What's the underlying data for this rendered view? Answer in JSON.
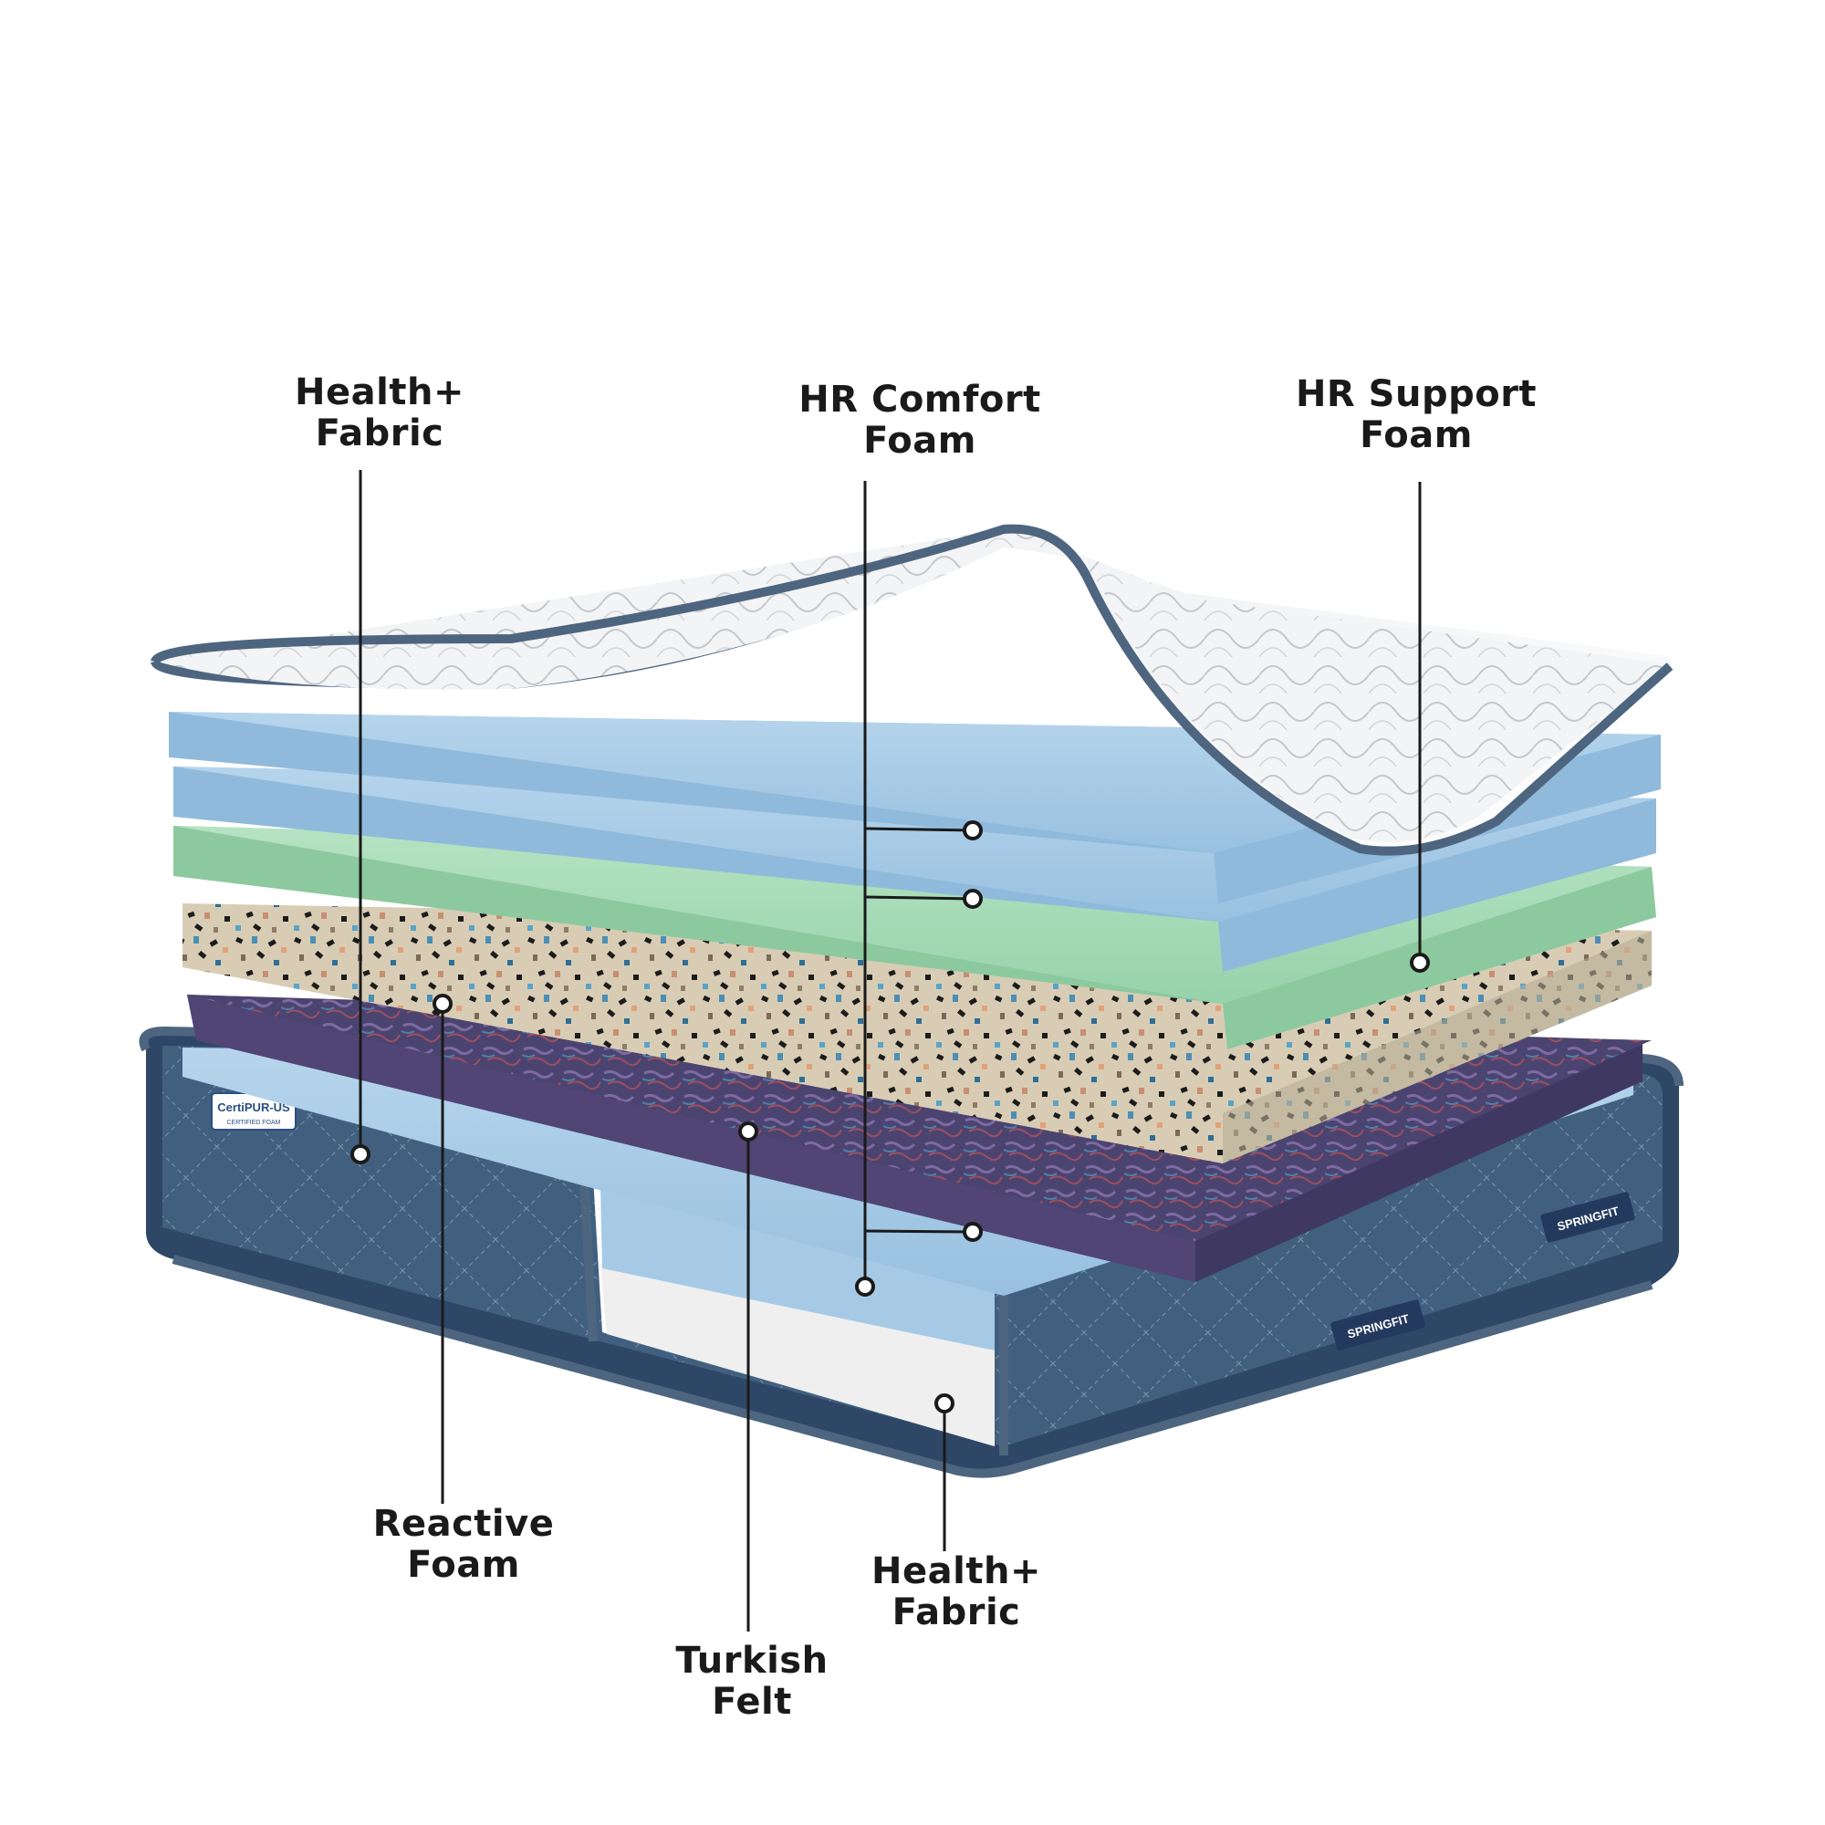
{
  "labels": {
    "fabric_top": {
      "line1": "Health+",
      "line2": "Fabric"
    },
    "hr_comfort": {
      "line1": "HR Comfort",
      "line2": "Foam"
    },
    "hr_support": {
      "line1": "HR Support",
      "line2": "Foam"
    },
    "reactive": {
      "line1": "Reactive",
      "line2": "Foam"
    },
    "turkish": {
      "line1": "Turkish",
      "line2": "Felt"
    },
    "fabric_bottom": {
      "line1": "Health+",
      "line2": "Fabric"
    }
  },
  "badges": {
    "certification": "CertiPUR-US",
    "certification_sub": "CERTIFIED FOAM",
    "brand": "SPRINGFIT"
  },
  "colors": {
    "blue_foam": "#a6cae6",
    "green_foam": "#a8dcb8",
    "border_fabric": "#3d5878",
    "piping": "#4e6580",
    "quilt_top": "#f2f3f4",
    "leader_line": "#1a1a1a"
  }
}
